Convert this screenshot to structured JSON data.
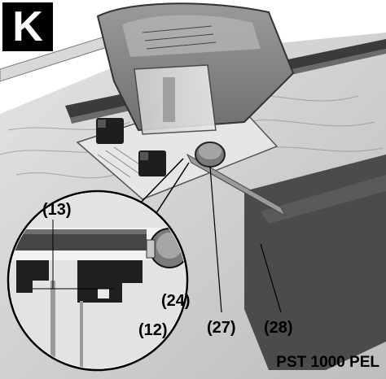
{
  "figure": {
    "badge_letter": "K",
    "model_name": "PST 1000 PEL",
    "callouts": {
      "c13": "(13)",
      "c24": "(24)",
      "c12": "(12)",
      "c27": "(27)",
      "c28": "(28)"
    }
  }
}
